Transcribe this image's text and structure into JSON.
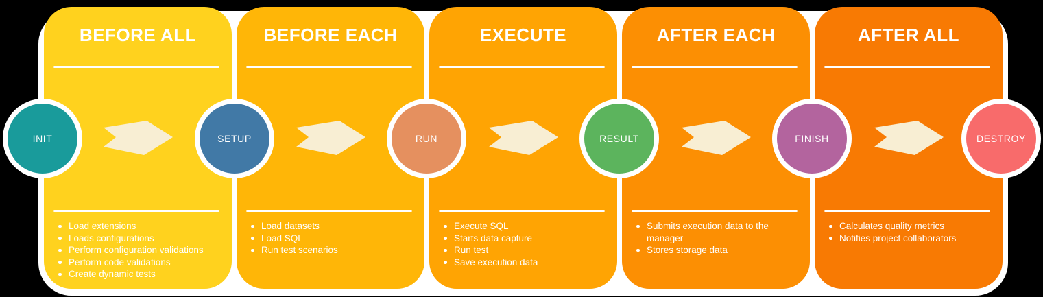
{
  "background": "#000000",
  "panel_color": "#FFFFFF",
  "text_color": "#FFFFFF",
  "arrow_color": "#F8EED3",
  "stages": [
    {
      "title": "BEFORE ALL",
      "color": "#FFD21E",
      "items": [
        "Load extensions",
        "Loads configurations",
        "Perform configuration validations",
        "Perform code validations",
        "Create dynamic tests"
      ]
    },
    {
      "title": "BEFORE EACH",
      "color": "#FFB607",
      "items": [
        "Load datasets",
        "Load SQL",
        "Run test scenarios"
      ]
    },
    {
      "title": "EXECUTE",
      "color": "#FFA403",
      "items": [
        "Execute SQL",
        "Starts data capture",
        "Run test",
        "Save execution data"
      ]
    },
    {
      "title": "AFTER EACH",
      "color": "#FC8F03",
      "items": [
        "Submits execution data to the manager",
        "Stores storage data"
      ]
    },
    {
      "title": "AFTER ALL",
      "color": "#F87A03",
      "items": [
        "Calculates quality metrics",
        "Notifies project collaborators"
      ]
    }
  ],
  "nodes": [
    {
      "label": "INIT",
      "color": "#199B9B"
    },
    {
      "label": "SETUP",
      "color": "#4179A6"
    },
    {
      "label": "RUN",
      "color": "#E5905F"
    },
    {
      "label": "RESULT",
      "color": "#5CB45D"
    },
    {
      "label": "FINISH",
      "color": "#B3649E"
    },
    {
      "label": "DESTROY",
      "color": "#F86B6B"
    }
  ]
}
